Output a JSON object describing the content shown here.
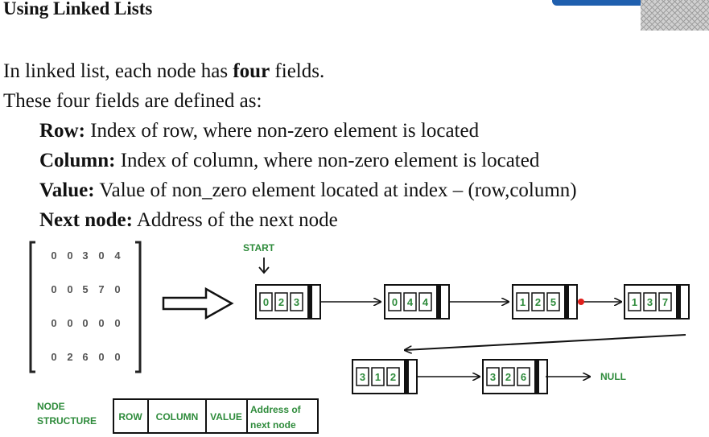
{
  "title": "Using Linked Lists",
  "intro": {
    "before": "In linked list, each node has ",
    "bold": "four",
    "after": " fields."
  },
  "definitions_intro": "These four fields are defined as:",
  "fields": [
    {
      "name": "Row:",
      "desc": " Index of row, where non-zero element is located"
    },
    {
      "name": "Column:",
      "desc": " Index of column, where non-zero element is located"
    },
    {
      "name": "Value:",
      "desc": " Value of non_zero element located at index – (row,column)"
    },
    {
      "name": "Next node:",
      "desc": " Address of the next node"
    }
  ],
  "matrix": [
    [
      "0",
      "0",
      "3",
      "0",
      "4"
    ],
    [
      "0",
      "0",
      "5",
      "7",
      "0"
    ],
    [
      "0",
      "0",
      "0",
      "0",
      "0"
    ],
    [
      "0",
      "2",
      "6",
      "0",
      "0"
    ]
  ],
  "start_label": "START",
  "nodes": [
    [
      "0",
      "2",
      "3"
    ],
    [
      "0",
      "4",
      "4"
    ],
    [
      "1",
      "2",
      "5"
    ],
    [
      "1",
      "3",
      "7"
    ],
    [
      "3",
      "1",
      "2"
    ],
    [
      "3",
      "2",
      "6"
    ]
  ],
  "null_label": "NULL",
  "node_structure": {
    "label_line1": "NODE",
    "label_line2": "STRUCTURE",
    "cells": [
      "ROW",
      "COLUMN",
      "VALUE"
    ],
    "address_line1": "Address of",
    "address_line2": "next node"
  },
  "colors": {
    "cell_text": "#2e8b3b",
    "matrix_text": "#555555",
    "marker": "#e0201c",
    "accent_bar": "#1f5fae"
  }
}
